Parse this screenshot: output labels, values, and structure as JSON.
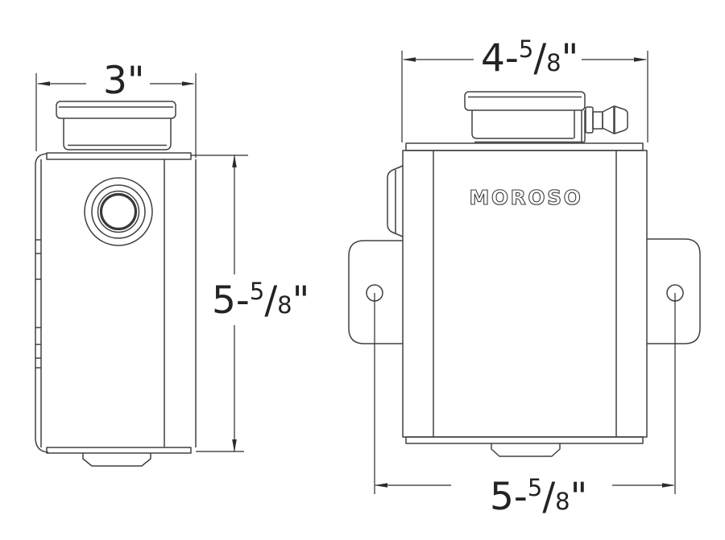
{
  "drawing": {
    "brand": "MOROSO",
    "dimensions": {
      "side_width": {
        "whole": "3",
        "numerator": "",
        "slash": "",
        "denominator": "",
        "unit": "\""
      },
      "side_height": {
        "whole": "5-",
        "numerator": "5",
        "slash": "/",
        "denominator": "8",
        "unit": "\""
      },
      "front_width": {
        "whole": "4-",
        "numerator": "5",
        "slash": "/",
        "denominator": "8",
        "unit": "\""
      },
      "mount_hole_spacing": {
        "whole": "5-",
        "numerator": "5",
        "slash": "/",
        "denominator": "8",
        "unit": "\""
      }
    }
  }
}
